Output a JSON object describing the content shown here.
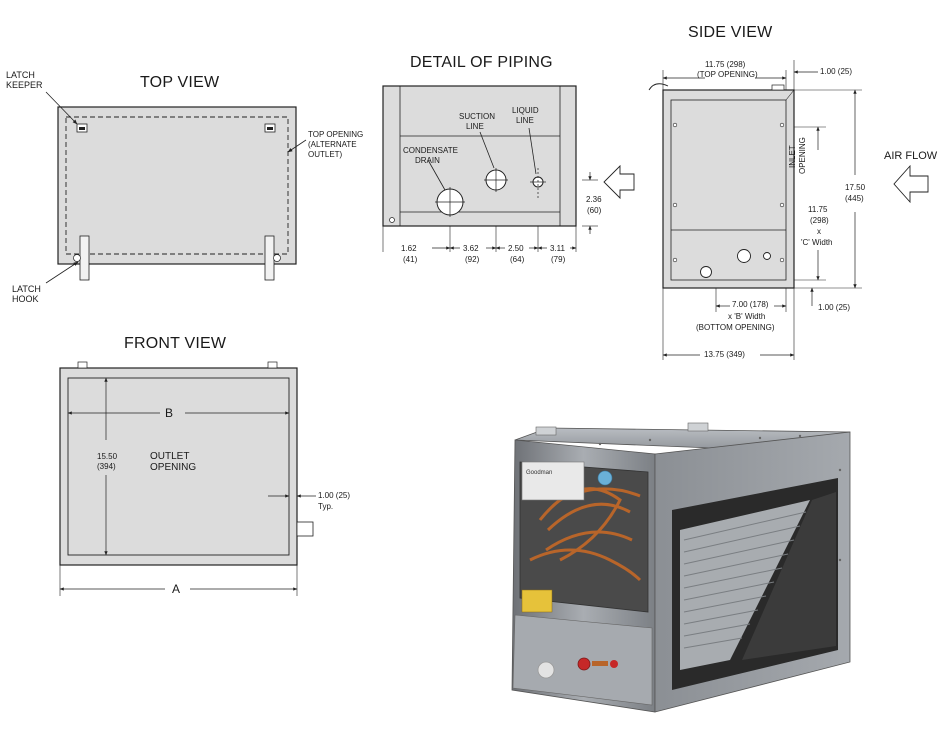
{
  "top_view": {
    "title": "TOP VIEW",
    "latch_keeper": [
      "LATCH",
      "KEEPER"
    ],
    "latch_hook": [
      "LATCH",
      "HOOK"
    ],
    "top_opening": [
      "TOP OPENING",
      "(ALTERNATE",
      "OUTLET)"
    ]
  },
  "detail_of_piping": {
    "title": "DETAIL OF PIPING",
    "suction_line": [
      "SUCTION",
      "LINE"
    ],
    "liquid_line": [
      "LIQUID",
      "LINE"
    ],
    "condensate_drain": [
      "CONDENSATE",
      "DRAIN"
    ],
    "height_dim": [
      "2.36",
      "(60)"
    ],
    "dims": [
      {
        "value": "1.62",
        "metric": "(41)"
      },
      {
        "value": "3.62",
        "metric": "(92)"
      },
      {
        "value": "2.50",
        "metric": "(64)"
      },
      {
        "value": "3.11",
        "metric": "(79)"
      }
    ]
  },
  "side_view": {
    "title": "SIDE VIEW",
    "top_opening_dim": [
      "11.75 (298)",
      "(TOP OPENING)"
    ],
    "top_offset": "1.00 (25)",
    "inlet_opening": [
      "INLET",
      "OPENING"
    ],
    "inlet_dims": [
      "11.75",
      "(298)",
      "x",
      "'C' Width"
    ],
    "height_dim": [
      "17.50",
      "(445)"
    ],
    "bottom_offset": "1.00 (25)",
    "bottom_opening_dim": [
      "7.00 (178)",
      "x 'B' Width",
      "(BOTTOM OPENING)"
    ],
    "depth_dim": "13.75 (349)",
    "air_flow": "AIR FLOW"
  },
  "front_view": {
    "title": "FRONT VIEW",
    "b_label": "B",
    "a_label": "A",
    "height_dim": [
      "15.50",
      "(394)"
    ],
    "outlet_opening": [
      "OUTLET",
      "OPENING"
    ],
    "side_offset": [
      "1.00 (25)",
      "Typ."
    ]
  },
  "photo": {
    "brand": "Goodman",
    "subject": "cased-coil-unit-photo"
  },
  "colors": {
    "line": "#222222",
    "panel_fill": "#dcdcdc",
    "photo_metal": "#9a9ea3",
    "photo_dark": "#2a2a2a",
    "copper": "#b8652a"
  }
}
